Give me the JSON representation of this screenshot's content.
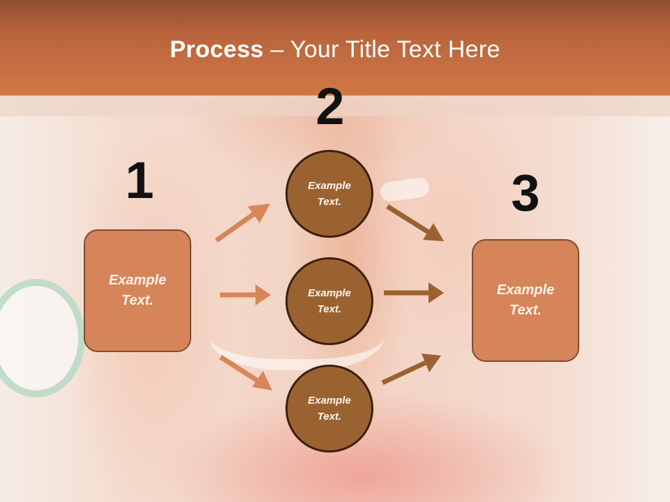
{
  "title": {
    "bold": "Process",
    "dash": " – ",
    "rest": "Your Title Text Here"
  },
  "steps": {
    "one": "1",
    "two": "2",
    "three": "3"
  },
  "left_box": {
    "line1": "Example",
    "line2": "Text."
  },
  "right_box": {
    "line1": "Example",
    "line2": "Text."
  },
  "circles": [
    {
      "line1": "Example",
      "line2": "Text."
    },
    {
      "line1": "Example",
      "line2": "Text."
    },
    {
      "line1": "Example",
      "line2": "Text."
    }
  ],
  "colors": {
    "header": "#c46d42",
    "box_fill": "#d58559",
    "circle_fill": "#9b6231",
    "arrow_light": "#d8855a",
    "arrow_dark": "#9b6231"
  }
}
